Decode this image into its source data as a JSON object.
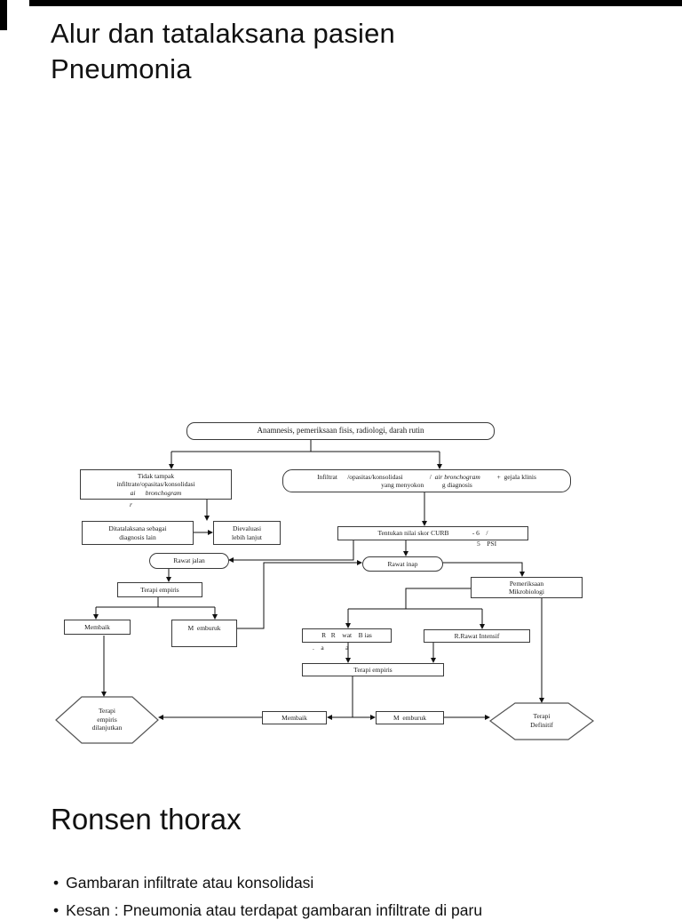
{
  "title": {
    "line1": "Alur dan tatalaksana pasien",
    "line2": "Pneumonia"
  },
  "flowchart": {
    "anamnesis": "Anamnesis, pemeriksaan fisis, radiologi, darah rutin",
    "tidak_tampak": {
      "line1": "Tidak tampak",
      "line2": "infiltrate/opasitas/konsolidasi",
      "line3_italic": "ai      bronchogram",
      "stray": "r"
    },
    "infiltrat": {
      "seg1": "Infiltrat      /opasitas/konsolidasi                /  ",
      "seg2_italic": "air bronchogram",
      "seg3": "          +  gejala klinis",
      "line2": "yang menyokon           g diagnosis"
    },
    "ditatalaksana": {
      "line1": "Ditatalaksana sebagai",
      "line2": "diagnosis lain"
    },
    "dievaluasi": {
      "line1": "Dievaluasi",
      "line2": "lebih lanjut"
    },
    "curb": {
      "main": "Tentukan nilai skor CURB              - 6    /",
      "below": "5    PSI"
    },
    "rawat_jalan": "Rawat jalan",
    "rawat_inap": "Rawat inap",
    "terapi_empiris_jalan": "Terapi empiris",
    "pemeriksaan": {
      "line1": "Pemeriksaan",
      "line2": "Mikrobiologi"
    },
    "membaik_jalan": "Membaik",
    "memburuk_jalan": "M  emburuk",
    "rawat_biasa": {
      "line1": "R   R    wat    B ias",
      "line2": ".    a             a"
    },
    "rawat_intensif": "R.Rawat Intensif",
    "terapi_empiris_inap": "Terapi empiris",
    "membaik_inap": "Membaik",
    "memburuk_inap": "M  emburuk",
    "terapi_empiris_dilanjutkan": {
      "line1": "Terapi",
      "line2": "empiris",
      "line3": "dilanjutkan"
    },
    "terapi_definitif": {
      "line1": "Terapi",
      "line2": "Definitif"
    }
  },
  "section": {
    "heading": "Ronsen thorax",
    "bullet_glyph": "•",
    "bullets": [
      "Gambaran infiltrate atau konsolidasi",
      "Kesan : Pneumonia atau terdapat gambaran infiltrate di paru"
    ]
  },
  "colors": {
    "page_bg": "#ffffff",
    "ink": "#111111",
    "frame_bar": "#000000"
  }
}
